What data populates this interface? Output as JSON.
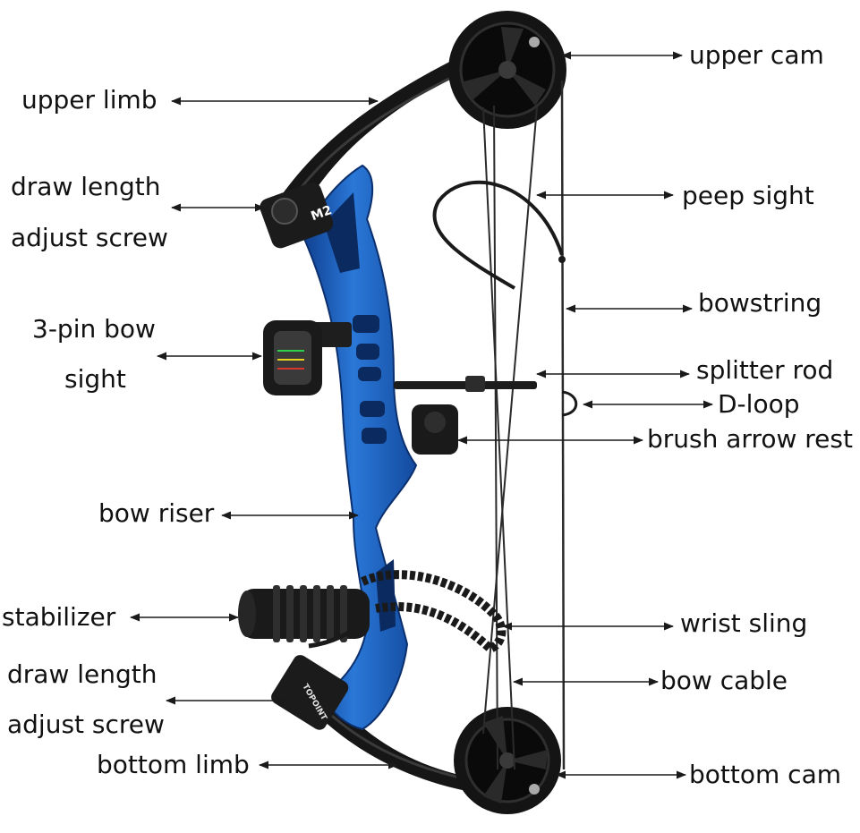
{
  "labels": {
    "upper_cam": "upper cam",
    "upper_limb": "upper limb",
    "draw_length_top_1": "draw length",
    "draw_length_top_2": "adjust screw",
    "peep_sight": "peep sight",
    "bowstring": "bowstring",
    "sight_1": "3-pin bow",
    "sight_2": "sight",
    "splitter_rod": "splitter rod",
    "d_loop": "D-loop",
    "brush_arrow_rest": "brush arrow rest",
    "bow_riser": "bow riser",
    "stabilizer": "stabilizer",
    "wrist_sling": "wrist sling",
    "draw_length_bottom_1": "draw length",
    "draw_length_bottom_2": "adjust screw",
    "bow_cable": "bow cable",
    "bottom_limb": "bottom limb",
    "bottom_cam": "bottom cam"
  },
  "riser_marks": {
    "top_badge": "M2",
    "bottom_badge": "TOPOINT"
  },
  "colors": {
    "riser": "#1f64c4",
    "limbs": "#161616",
    "cams": "#111111",
    "string": "#2a2a2a",
    "arrows": "#1a1a1a",
    "text": "#111111"
  }
}
